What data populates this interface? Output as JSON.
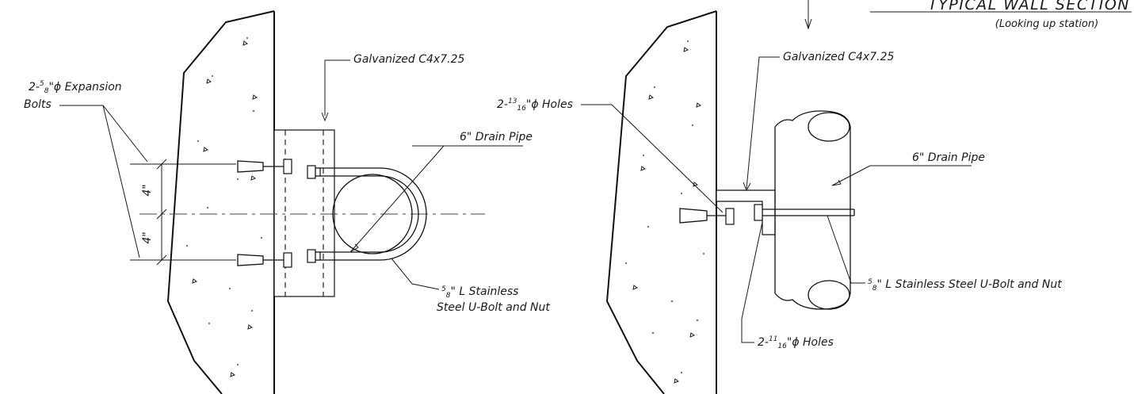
{
  "title": {
    "heading": "TYPICAL WALL SECTION",
    "subheading": "(Looking up station)"
  },
  "left_detail": {
    "channel_label": "Galvanized C4x7.25",
    "bolts_label_pre": "2-",
    "bolts_label_num": "5",
    "bolts_label_den": "8",
    "bolts_label_post": "\"ϕ Expansion",
    "bolts_label_line2": "Bolts",
    "pipe_label": "6\" Drain Pipe",
    "ubolt_label_num": "5",
    "ubolt_label_den": "8",
    "ubolt_label_line1": "\" L  Stainless",
    "ubolt_label_line2": "Steel U-Bolt and Nut",
    "dim_upper": "4\"",
    "dim_lower": "4\""
  },
  "right_detail": {
    "channel_label": "Galvanized C4x7.25",
    "holes_label_pre": "2-",
    "holes_label_num": "13",
    "holes_label_den": "16",
    "holes_label_post": "\"ϕ Holes",
    "pipe_label": "6\" Drain Pipe",
    "ubolt_label_num": "5",
    "ubolt_label_den": "8",
    "ubolt_label_post": "\" L  Stainless Steel U-Bolt and Nut",
    "holes2_label_pre": "2-",
    "holes2_label_num": "11",
    "holes2_label_den": "16",
    "holes2_label_post": "\"ϕ Holes"
  }
}
